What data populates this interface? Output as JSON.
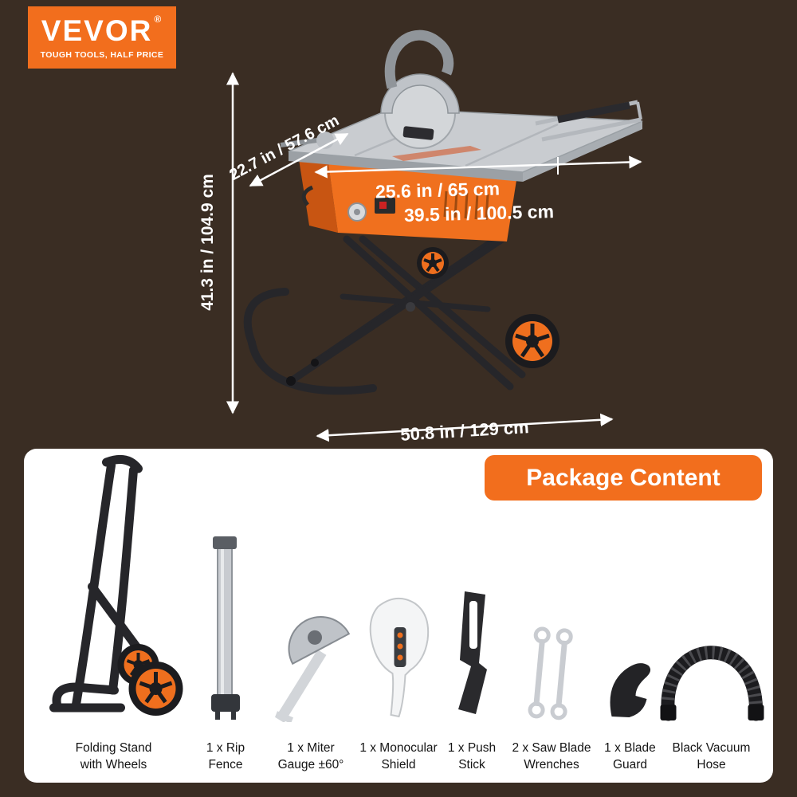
{
  "colors": {
    "background": "#3a2d23",
    "accent": "#f26e1d",
    "panel": "#ffffff"
  },
  "logo": {
    "brand": "VEVOR",
    "reg": "®",
    "tagline": "TOUGH TOOLS, HALF PRICE"
  },
  "dimensions": {
    "height": "41.3 in / 104.9 cm",
    "depth": "22.7 in / 57.6 cm",
    "table": "25.6 in / 65 cm",
    "extended": "39.5 in / 100.5 cm",
    "base": "50.8 in / 129 cm"
  },
  "package_content": {
    "title": "Package Content",
    "items": [
      {
        "icon": "folding-stand-icon",
        "label": "Folding Stand\nwith Wheels"
      },
      {
        "icon": "rip-fence-icon",
        "label": "1 x Rip\nFence"
      },
      {
        "icon": "miter-gauge-icon",
        "label": "1 x Miter\nGauge ±60°"
      },
      {
        "icon": "monocular-shield-icon",
        "label": "1 x Monocular\nShield"
      },
      {
        "icon": "push-stick-icon",
        "label": "1 x Push\nStick"
      },
      {
        "icon": "saw-blade-wrenches-icon",
        "label": "2 x Saw Blade\nWrenches"
      },
      {
        "icon": "blade-guard-icon",
        "label": "1 x Blade\nGuard"
      },
      {
        "icon": "vacuum-hose-icon",
        "label": "Black Vacuum\nHose"
      }
    ]
  }
}
